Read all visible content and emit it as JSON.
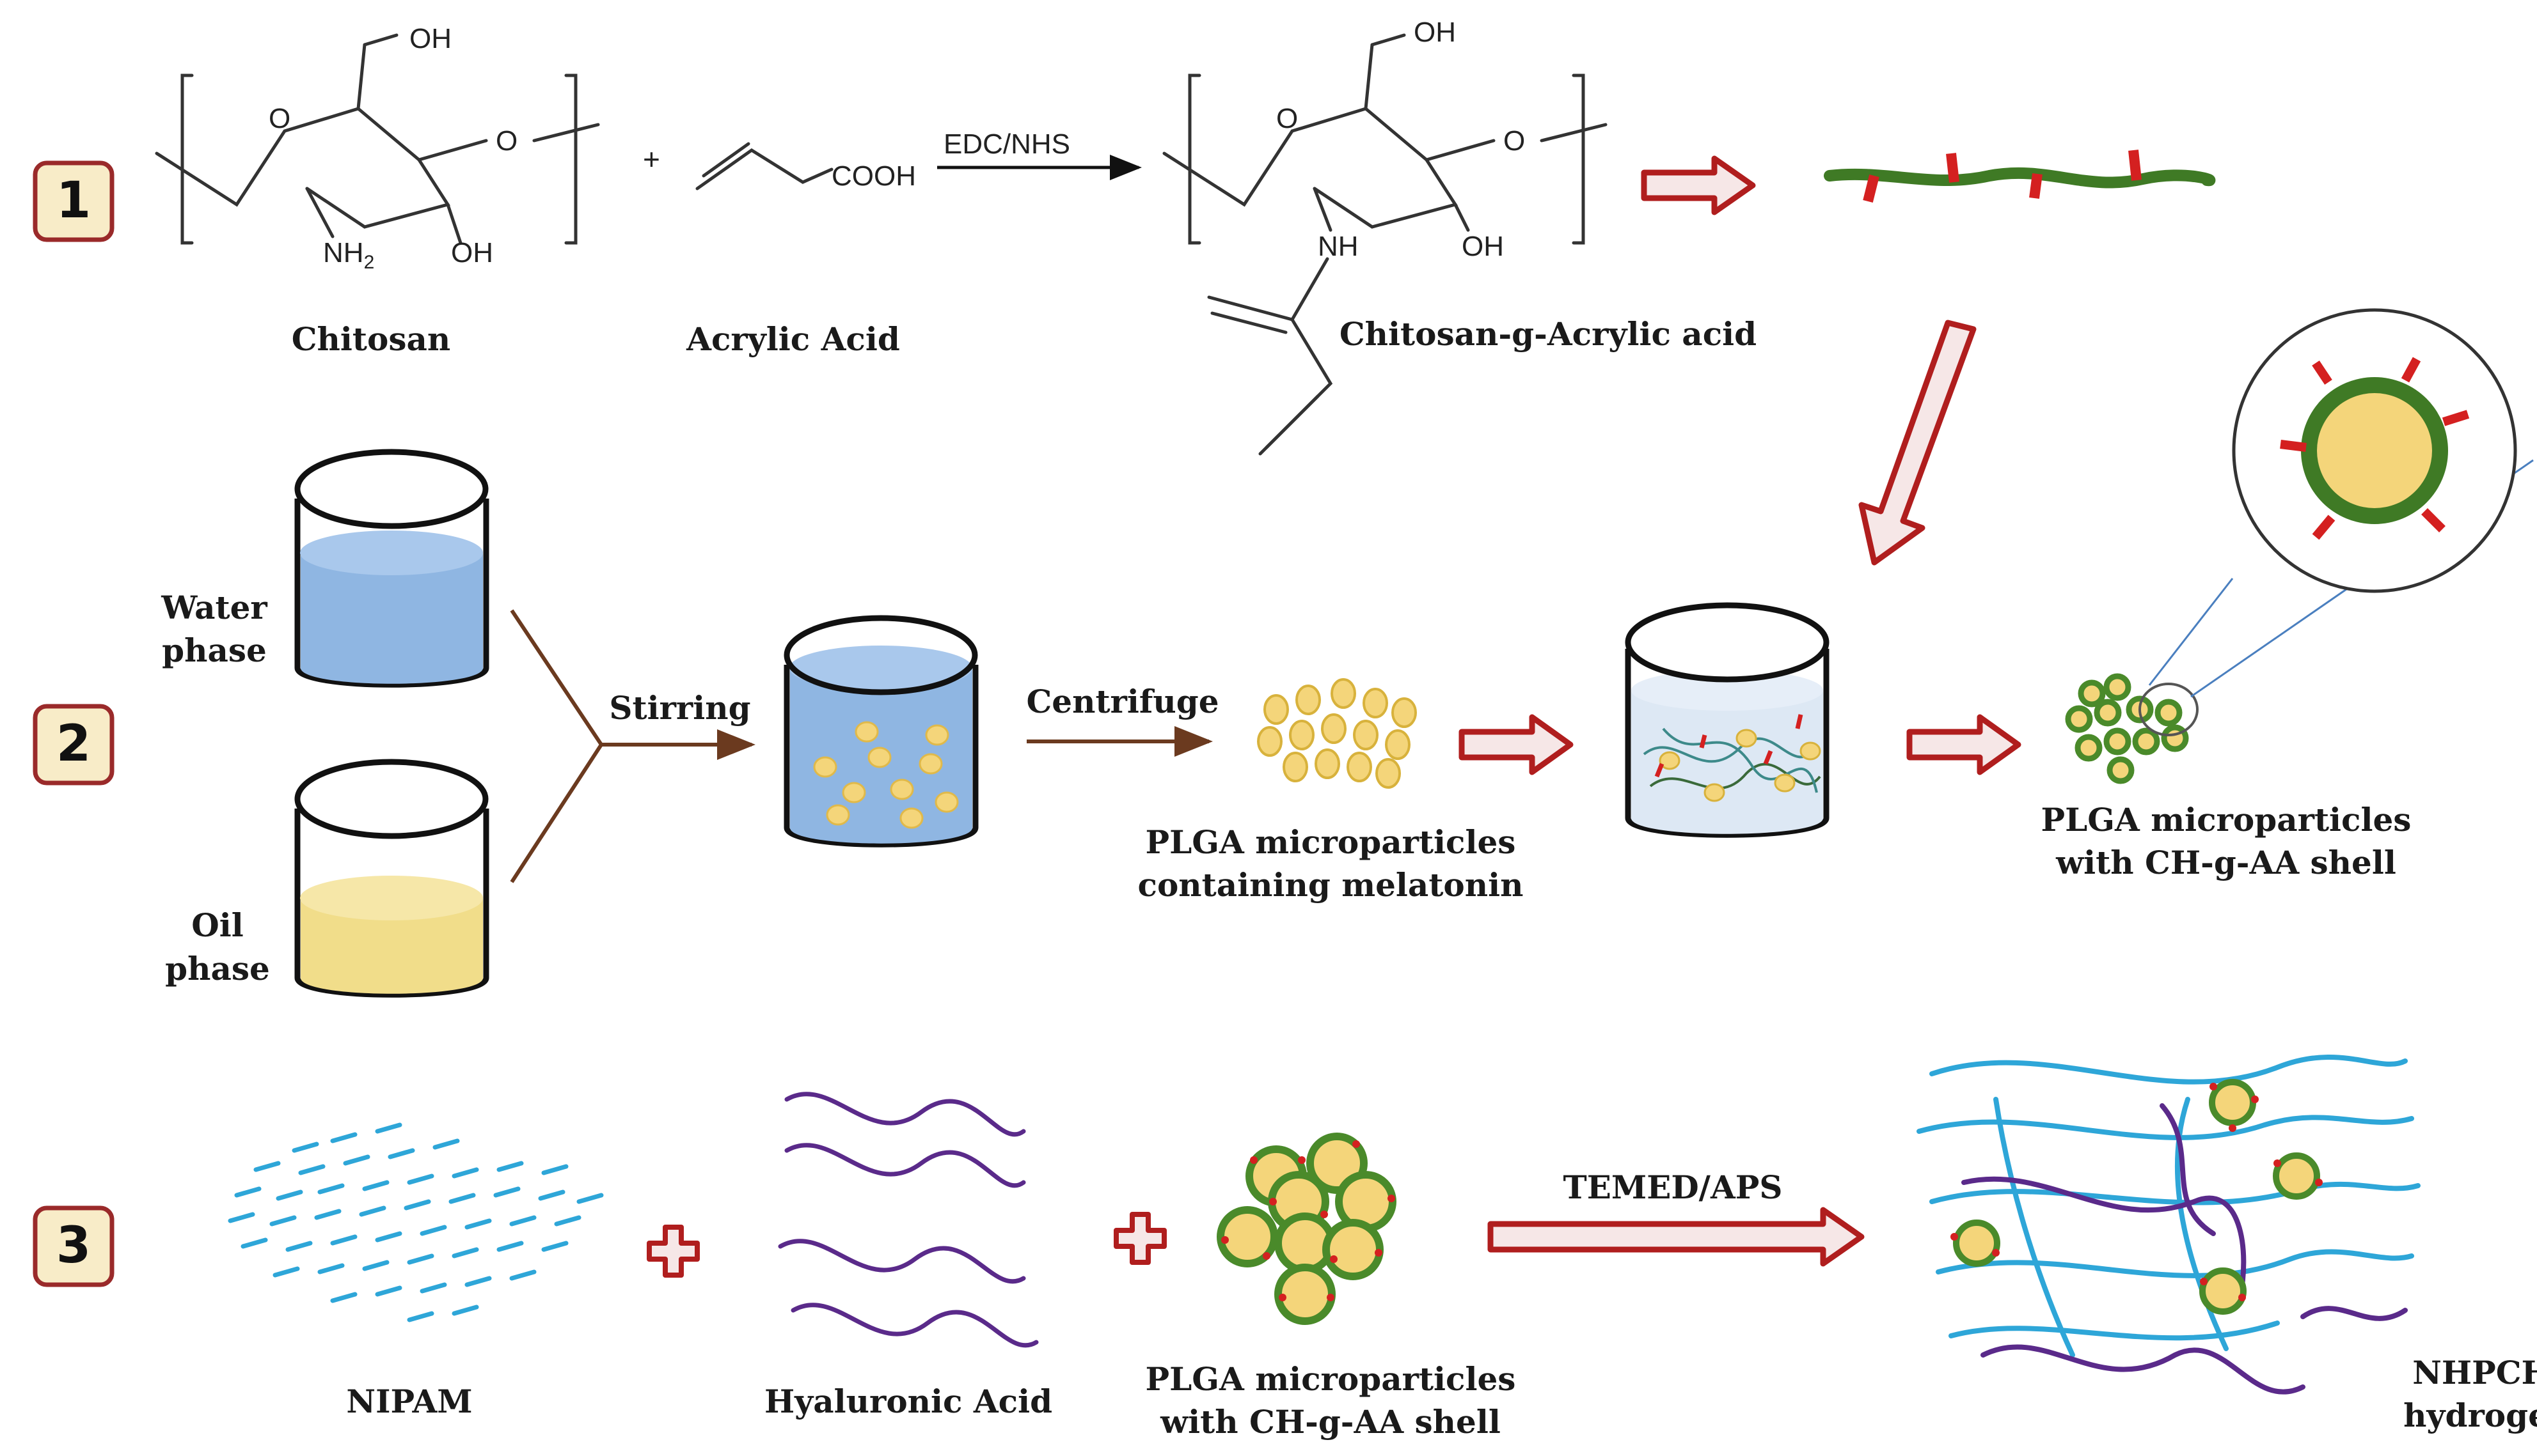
{
  "steps": [
    "1",
    "2",
    "3"
  ],
  "labels": {
    "chitosan": "Chitosan",
    "acrylic_acid": "Acrylic Acid",
    "cgaa": "Chitosan-g-Acrylic acid",
    "water_1": "Water",
    "water_2": "phase",
    "oil_1": "Oil",
    "oil_2": "phase",
    "stirring": "Stirring",
    "centrifuge": "Centrifuge",
    "plga_mel_1": "PLGA microparticles",
    "plga_mel_2": "containing melatonin",
    "plga_shell_1": "PLGA microparticles",
    "plga_shell_2": "with CH-g-AA shell",
    "nipam": "NIPAM",
    "hyaluronic": "Hyaluronic Acid",
    "plga_shell3_1": "PLGA microparticles",
    "plga_shell3_2": "with CH-g-AA shell",
    "temed": "TEMED/APS",
    "nhpch_1": "NHPCH",
    "nhpch_2": "hydrogel"
  },
  "chem": {
    "edc": "EDC/NHS",
    "oh": "OH",
    "o": "O",
    "nh2": "NH",
    "nh2_sub": "2",
    "nh": "NH",
    "cooh": "COOH",
    "plus": "+"
  },
  "colors": {
    "red_arrow": "#b01e1e",
    "chain_green": "#3f7a25",
    "shell_green": "#4a8a2a",
    "core_yellow": "#f4d57a",
    "water_blue": "#8fb6e2",
    "oil_yellow": "#f1dd8a",
    "nipam_cyan": "#2ea6d8",
    "ha_purple": "#5a2a8a",
    "stir_brown": "#6b3a1f",
    "badge_fill": "#f8ecc8",
    "badge_border": "#9a2a2a"
  }
}
